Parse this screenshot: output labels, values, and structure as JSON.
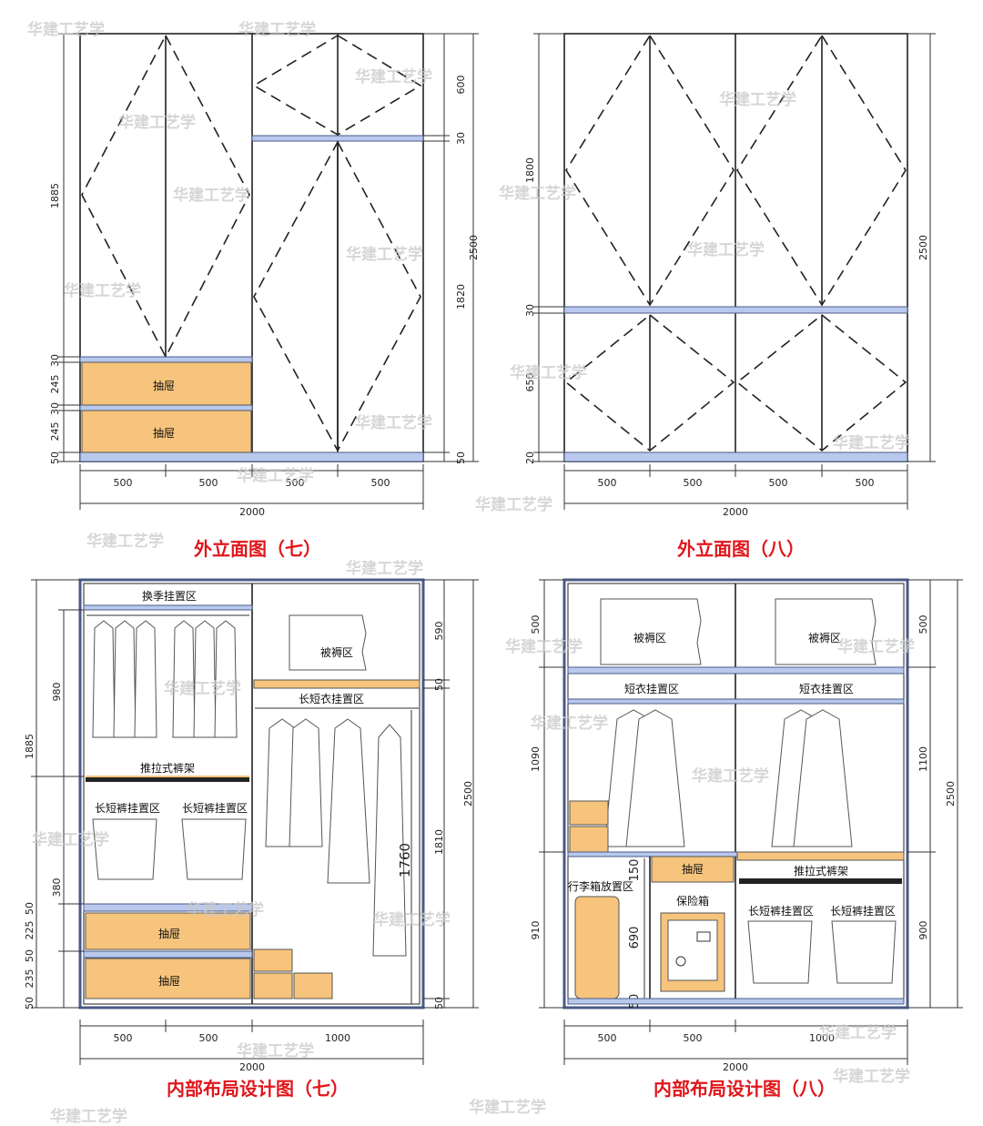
{
  "titles": {
    "ext7": "外立面图（七）",
    "ext8": "外立面图（八）",
    "int7": "内部布局设计图（七）",
    "int8": "内部布局设计图（八）"
  },
  "labels": {
    "drawer": "抽屉",
    "seasonal_hang": "换季挂置区",
    "quilt": "被褥区",
    "long_short_hang": "长短衣挂置区",
    "pull_rack": "推拉式裤架",
    "pants_hang": "长短裤挂置区",
    "short_hang": "短衣挂置区",
    "luggage": "行李箱放置区",
    "safe": "保险箱"
  },
  "dims": {
    "w500": "500",
    "w1000": "1000",
    "w2000": "2000",
    "h2500": "2500",
    "h1885": "1885",
    "h30": "30",
    "h245": "245",
    "h50": "50",
    "h600": "600",
    "h1820": "1820",
    "h1800": "1800",
    "h650": "650",
    "h20": "20",
    "h980": "980",
    "h380": "380",
    "h225": "225",
    "h235": "235",
    "h590": "590",
    "h1810": "1810",
    "h1760": "1760",
    "h1090": "1090",
    "h910": "910",
    "h150": "150",
    "h690": "690",
    "h1100": "1100",
    "h900": "900",
    "h500": "500"
  },
  "watermark": "华建工艺学",
  "colors": {
    "shelf": "#b9c9ee",
    "drawer": "#f6c47c",
    "title": "#e0161b"
  }
}
